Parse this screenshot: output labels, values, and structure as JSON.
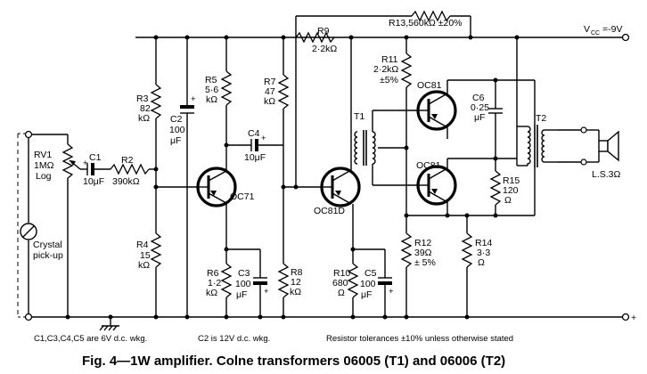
{
  "supply": {
    "vcc": "V",
    "vcc_sub": "CC",
    "vcc_value": "=-9V",
    "plus": "+"
  },
  "labels": {
    "r13": "R13,560kΩ ±20%",
    "r9_name": "R9",
    "r9_val": "2·2kΩ",
    "r11_name": "R11",
    "r11_val": "2·2kΩ",
    "r11_tol": "±5%",
    "r3_name": "R3",
    "r3_val": "82",
    "r3_unit": "kΩ",
    "c2_name": "C2",
    "c2_val": "100",
    "c2_unit": "μF",
    "r5_name": "R5",
    "r5_val": "5·6",
    "r5_unit": "kΩ",
    "r7_name": "R7",
    "r7_val": "47",
    "r7_unit": "kΩ",
    "c4_name": "C4",
    "c4_val": "10μF",
    "t1": "T1",
    "t2": "T2",
    "oc81_top": "OC81",
    "oc81_bot": "OC81",
    "c6_name": "C6",
    "c6_val": "0·25",
    "c6_unit": "μF",
    "rv1_name": "RV1",
    "rv1_val": "1MΩ",
    "rv1_law": "Log",
    "c1_name": "C1",
    "c1_val": "10μF",
    "r2_name": "R2",
    "r2_val": "390kΩ",
    "oc71": "OC71",
    "oc81d": "OC81D",
    "r15_name": "R15",
    "r15_val": "120",
    "r15_unit": "Ω",
    "ls": "L.S.3Ω",
    "crystal1": "Crystal",
    "crystal2": "pick-up",
    "r4_name": "R4",
    "r4_val": "15",
    "r4_unit": "kΩ",
    "r12_name": "R12",
    "r12_val": "39Ω",
    "r12_tol": "± 5%",
    "r14_name": "R14",
    "r14_val": "3·3",
    "r14_unit": "Ω",
    "r6_name": "R6",
    "r6_val": "1·2",
    "r6_unit": "kΩ",
    "c3_name": "C3",
    "c3_val": "100",
    "c3_unit": "μF",
    "r8_name": "R8",
    "r8_val": "12",
    "r8_unit": "kΩ",
    "r10_name": "R10",
    "r10_val": "680",
    "r10_unit": "Ω",
    "c5_name": "C5",
    "c5_val": "100",
    "c5_unit": "μF"
  },
  "notes": {
    "caps_6v": "C1,C3,C4,C5 are 6V d.c. wkg.",
    "c2_12v": "C2 is 12V d.c. wkg.",
    "tolerance": "Resistor tolerances ±10% unless otherwise stated"
  },
  "caption": "Fig. 4—1W amplifier. Colne transformers 06005 (T1) and 06006 (T2)"
}
